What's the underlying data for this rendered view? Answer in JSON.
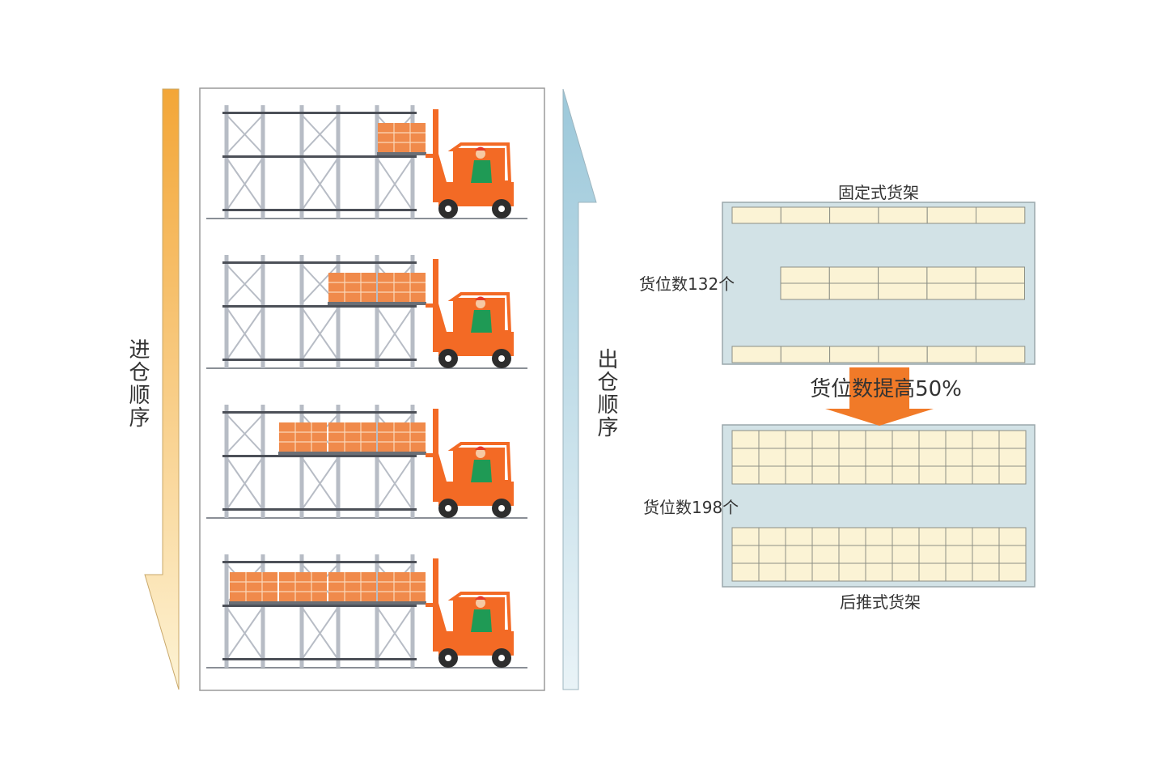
{
  "left": {
    "inbound_label": "进仓顺序",
    "outbound_label": "出仓顺序",
    "stages": [
      {
        "filled_slots": 1
      },
      {
        "filled_slots": 2
      },
      {
        "filled_slots": 3
      },
      {
        "filled_slots": 4
      }
    ]
  },
  "right": {
    "fixed_rack": {
      "title": "固定式货架",
      "count_label": "货位数132个"
    },
    "pushback_rack": {
      "title": "后推式货架",
      "count_label": "货位数198个"
    },
    "increase_label": "货位数提高50%"
  },
  "colors": {
    "inbound_arrow_top": "#f3a637",
    "inbound_arrow_bottom": "#fdf3d4",
    "outbound_arrow_top": "#9cc8da",
    "outbound_arrow_bottom": "#e9f3f7",
    "rack_frame": "#b7bcc5",
    "rack_beam": "#4c5058",
    "box": "#f08a4b",
    "box_line": "#fbd7b8",
    "forklift": "#f36a25",
    "driver": "#1f9a55",
    "helmet": "#e53a2a",
    "rack_panel": "#d2e2e6",
    "cell": "#fbf3d5",
    "arrow_down": "#f17a28"
  }
}
